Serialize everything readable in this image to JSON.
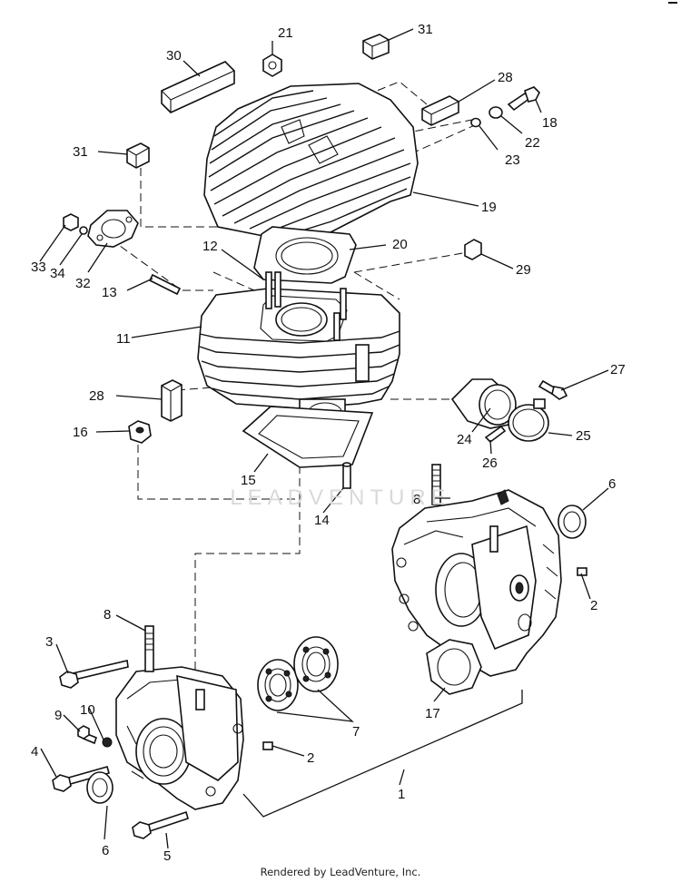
{
  "watermark": "LEADVENTURE",
  "footer": "Rendered by LeadVenture, Inc.",
  "callouts": {
    "c1": "1",
    "c2a": "2",
    "c2b": "2",
    "c3": "3",
    "c4": "4",
    "c5": "5",
    "c6a": "6",
    "c6b": "6",
    "c7": "7",
    "c8a": "8",
    "c8b": "8",
    "c9": "9",
    "c10": "10",
    "c11": "11",
    "c12": "12",
    "c13": "13",
    "c14": "14",
    "c15": "15",
    "c16": "16",
    "c17": "17",
    "c18": "18",
    "c19": "19",
    "c20": "20",
    "c21": "21",
    "c22": "22",
    "c23": "23",
    "c24": "24",
    "c25": "25",
    "c26": "26",
    "c27": "27",
    "c28a": "28",
    "c28b": "28",
    "c29": "29",
    "c30": "30",
    "c31a": "31",
    "c31b": "31",
    "c32": "32",
    "c33": "33",
    "c34": "34"
  }
}
